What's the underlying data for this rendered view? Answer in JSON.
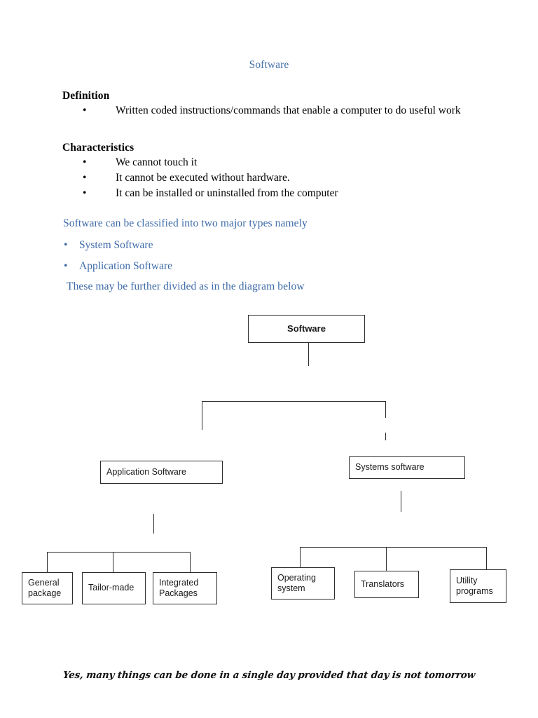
{
  "document": {
    "title": "Software",
    "title_color": "#4472a8",
    "accent_blue": "#3d6aa8",
    "body_color": "#000000"
  },
  "sections": [
    {
      "heading": "Definition",
      "bullets": [
        "Written coded instructions/commands that enable a computer to do useful work"
      ]
    },
    {
      "heading": "Characteristics",
      "bullets": [
        "We cannot touch it",
        "It cannot be executed without hardware.",
        "It can be installed or uninstalled from the computer"
      ]
    }
  ],
  "classification": {
    "intro": "Software can be classified into two major types namely",
    "types": [
      "System Software",
      "Application Software"
    ],
    "outro": "These may be further divided as in the diagram below"
  },
  "bullet_glyph": "•",
  "diagram": {
    "root": "Software",
    "level1": {
      "left": "Application Software",
      "right": "Systems software"
    },
    "level2_left": [
      "General package",
      "Tailor-made",
      "Integrated Packages"
    ],
    "level2_right": [
      "Operating system",
      "Translators",
      "Utility programs"
    ]
  },
  "footer": {
    "quote": "Yes, many things can be done in a single day provided that day is not tomorrow"
  }
}
